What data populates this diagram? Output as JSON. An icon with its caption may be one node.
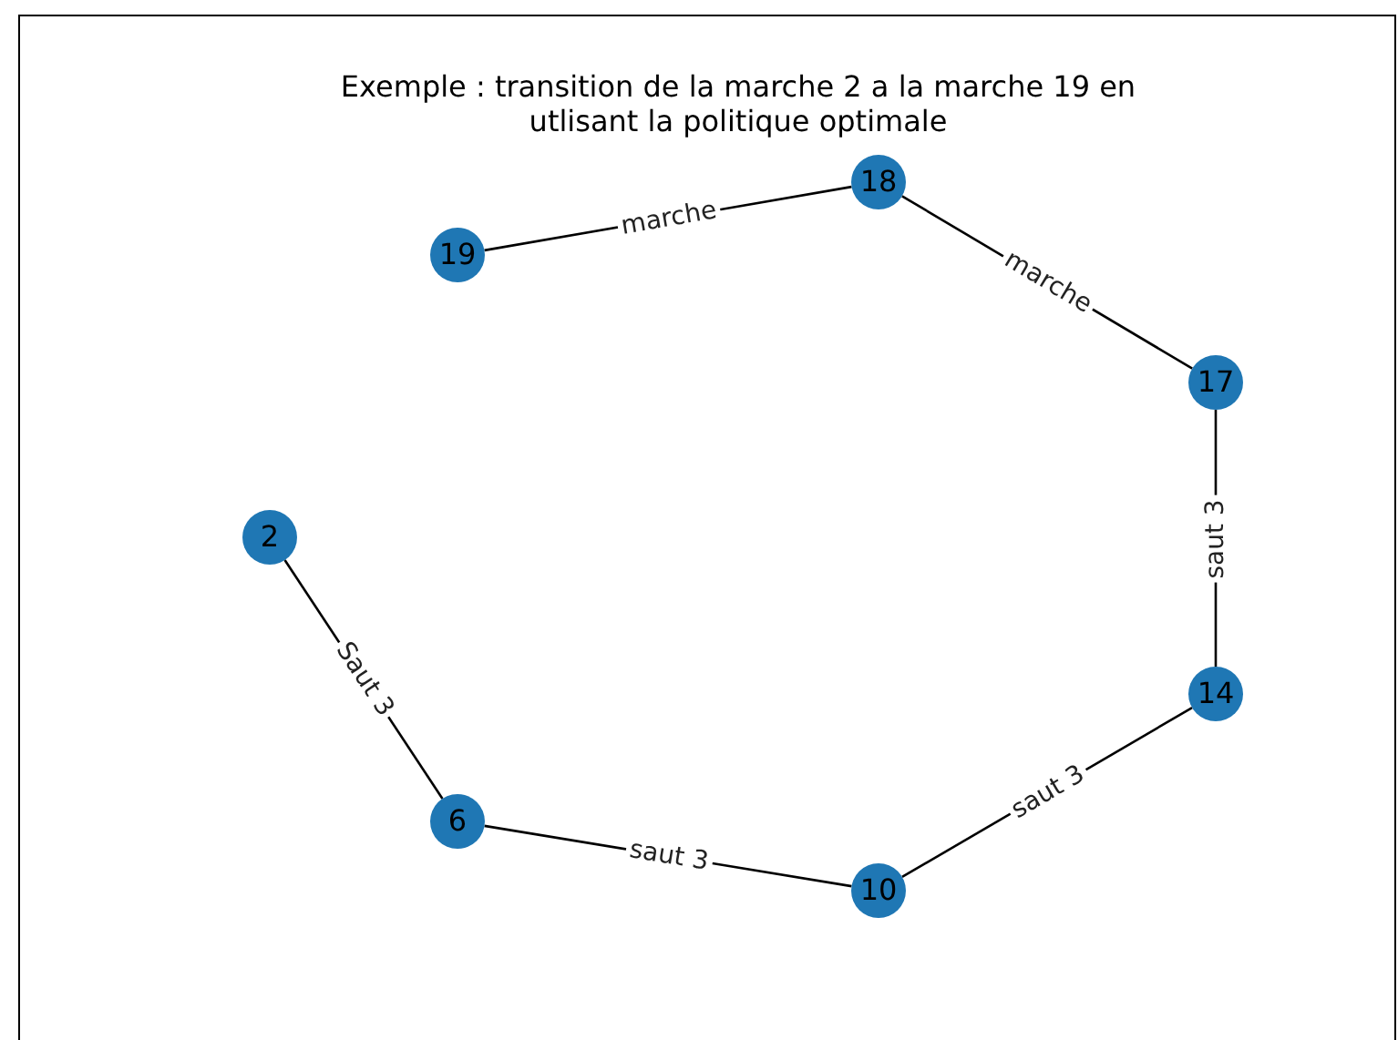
{
  "diagram": {
    "title": "Exemple : transition de la marche 2 a la marche 19 en utlisant la politique optimale",
    "nodes": [
      {
        "text": [
          "2"
        ]
      },
      {
        "text": [
          "6"
        ]
      },
      {
        "text": [
          "10"
        ]
      },
      {
        "text": [
          "14"
        ]
      },
      {
        "text": [
          "17"
        ]
      },
      {
        "text": [
          "18"
        ]
      },
      {
        "text": [
          "19"
        ]
      }
    ],
    "edges": [
      {
        "from": 0,
        "to": 1,
        "arrow": "none",
        "label": "Saut 3"
      },
      {
        "from": 1,
        "to": 2,
        "arrow": "none",
        "label": "saut 3"
      },
      {
        "from": 2,
        "to": 3,
        "arrow": "none",
        "label": "saut 3"
      },
      {
        "from": 3,
        "to": 4,
        "arrow": "none",
        "label": "saut 3"
      },
      {
        "from": 4,
        "to": 5,
        "arrow": "none",
        "label": "marche"
      },
      {
        "from": 5,
        "to": 6,
        "arrow": "none",
        "label": "marche"
      }
    ]
  }
}
